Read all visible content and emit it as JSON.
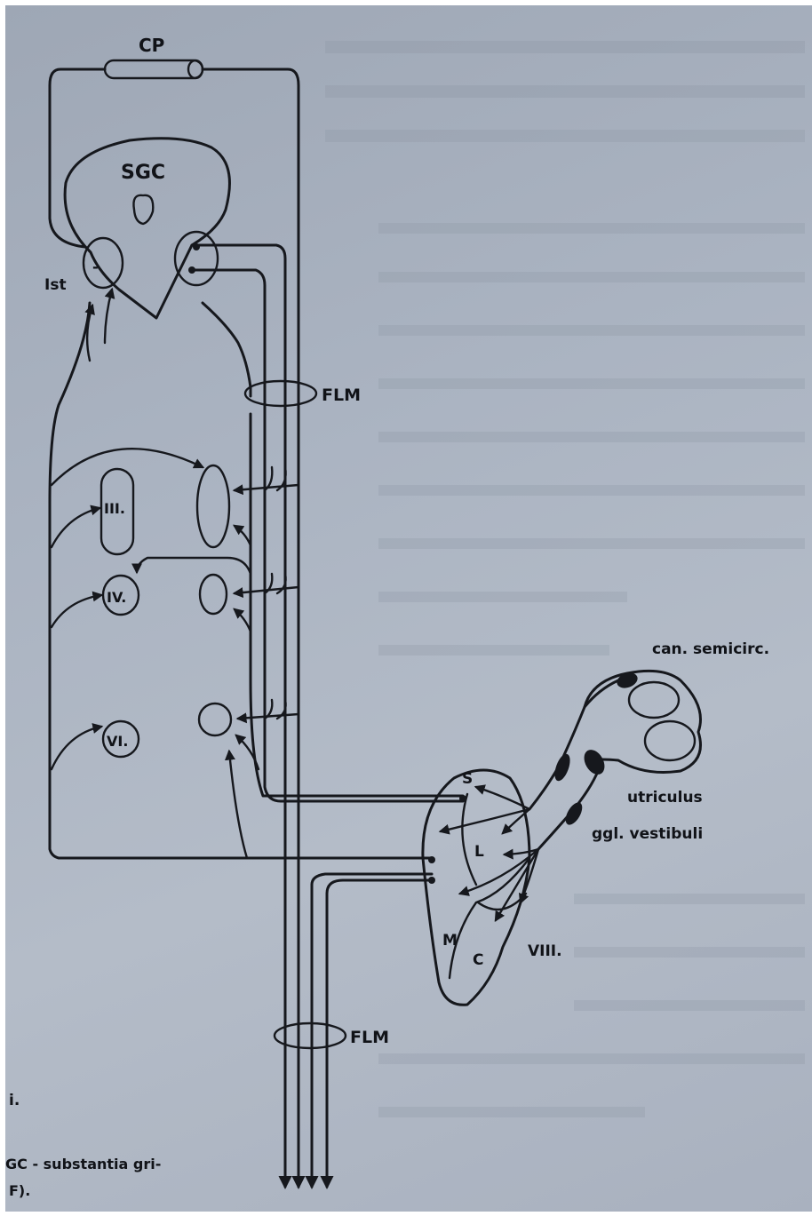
{
  "labels": {
    "cp": "CP",
    "sgc": "SGC",
    "ist": "Ist",
    "flm_top": "FLM",
    "flm_bottom": "FLM",
    "nucleus_iii": "III.",
    "nucleus_iv": "IV.",
    "nucleus_vi": "VI.",
    "can_semicirc": "can. semicirc.",
    "utriculus": "utriculus",
    "ggl_vestibuli": "ggl. vestibuli",
    "s": "S",
    "l": "L",
    "m": "M",
    "c": "C",
    "viii": "VIII."
  },
  "caption": {
    "fragment_1": "i.",
    "fragment_2": "GC - substantia gri-",
    "fragment_3": "F)."
  },
  "colors": {
    "ink": "#16181d",
    "paper": "#aab3c1"
  }
}
